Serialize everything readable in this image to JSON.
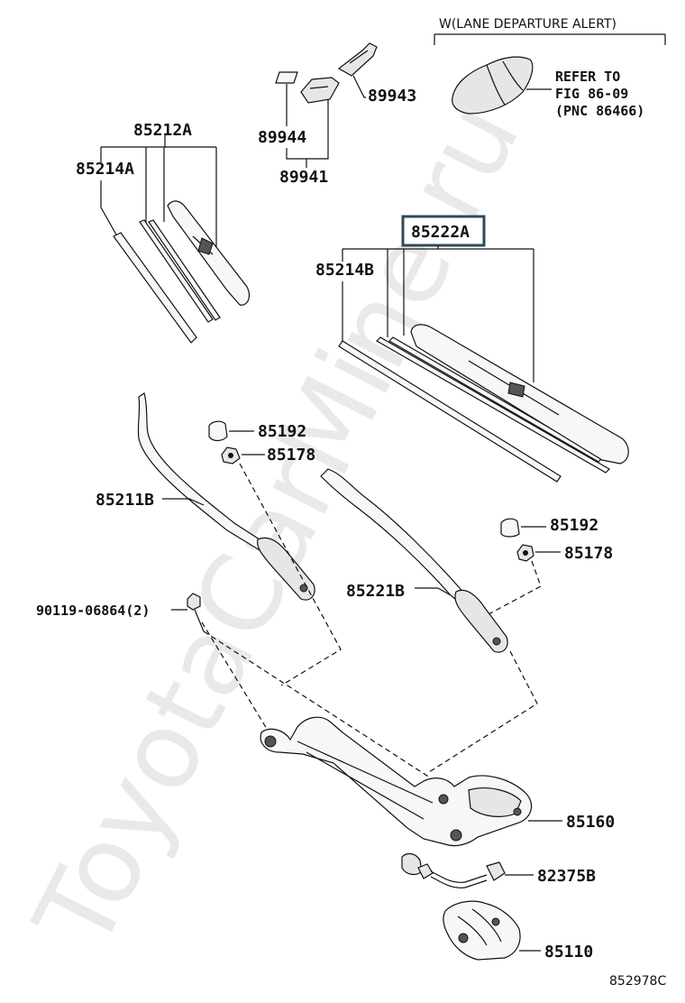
{
  "watermark": "ToyotaCarMine.ru",
  "section_header": "W(LANE DEPARTURE ALERT)",
  "reference_note": {
    "line1": "REFER TO",
    "line2": "FIG 86-09",
    "line3": "(PNC 86466)"
  },
  "highlighted_part": "85222A",
  "labels": {
    "p89943": "89943",
    "p89944": "89944",
    "p89941": "89941",
    "p85212A": "85212A",
    "p85214A": "85214A",
    "p85214B": "85214B",
    "p85192_left": "85192",
    "p85178_left": "85178",
    "p85211B": "85211B",
    "p85192_right": "85192",
    "p85178_right": "85178",
    "p85221B": "85221B",
    "p90119": "90119-06864(2)",
    "p85160": "85160",
    "p82375B": "82375B",
    "p85110": "85110"
  },
  "figure_id": "852978C"
}
